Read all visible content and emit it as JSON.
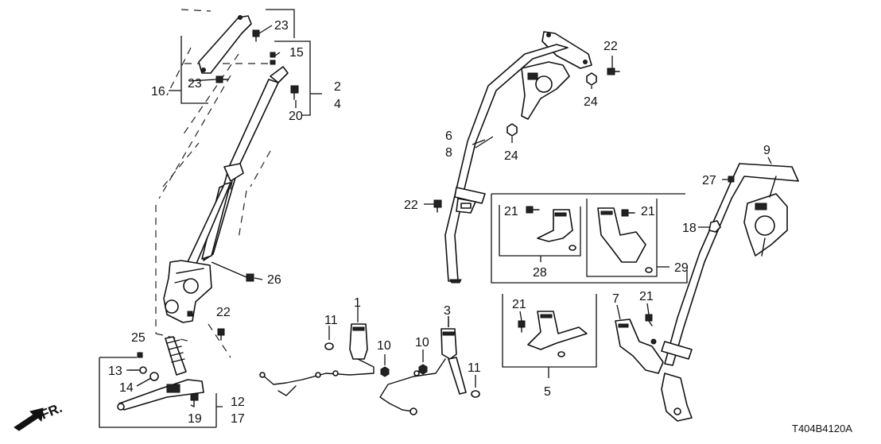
{
  "diagram_code": "T404B4120A",
  "direction_label": "FR.",
  "callouts": [
    {
      "id": "c1",
      "text": "1"
    },
    {
      "id": "c2",
      "text": "2"
    },
    {
      "id": "c3",
      "text": "3"
    },
    {
      "id": "c4",
      "text": "4"
    },
    {
      "id": "c5",
      "text": "5"
    },
    {
      "id": "c6",
      "text": "6"
    },
    {
      "id": "c7",
      "text": "7"
    },
    {
      "id": "c8",
      "text": "8"
    },
    {
      "id": "c9",
      "text": "9"
    },
    {
      "id": "c10a",
      "text": "10"
    },
    {
      "id": "c10b",
      "text": "10"
    },
    {
      "id": "c11a",
      "text": "11"
    },
    {
      "id": "c11b",
      "text": "11"
    },
    {
      "id": "c12",
      "text": "12"
    },
    {
      "id": "c13",
      "text": "13"
    },
    {
      "id": "c14",
      "text": "14"
    },
    {
      "id": "c15",
      "text": "15"
    },
    {
      "id": "c16",
      "text": "16"
    },
    {
      "id": "c17",
      "text": "17"
    },
    {
      "id": "c18",
      "text": "18"
    },
    {
      "id": "c19",
      "text": "19"
    },
    {
      "id": "c20",
      "text": "20"
    },
    {
      "id": "c21a",
      "text": "21"
    },
    {
      "id": "c21b",
      "text": "21"
    },
    {
      "id": "c21c",
      "text": "21"
    },
    {
      "id": "c21d",
      "text": "21"
    },
    {
      "id": "c22a",
      "text": "22"
    },
    {
      "id": "c22b",
      "text": "22"
    },
    {
      "id": "c22c",
      "text": "22"
    },
    {
      "id": "c23a",
      "text": "23"
    },
    {
      "id": "c23b",
      "text": "23"
    },
    {
      "id": "c24a",
      "text": "24"
    },
    {
      "id": "c24b",
      "text": "24"
    },
    {
      "id": "c25",
      "text": "25"
    },
    {
      "id": "c26",
      "text": "26"
    },
    {
      "id": "c27",
      "text": "27"
    },
    {
      "id": "c28",
      "text": "28"
    },
    {
      "id": "c29",
      "text": "29"
    }
  ]
}
